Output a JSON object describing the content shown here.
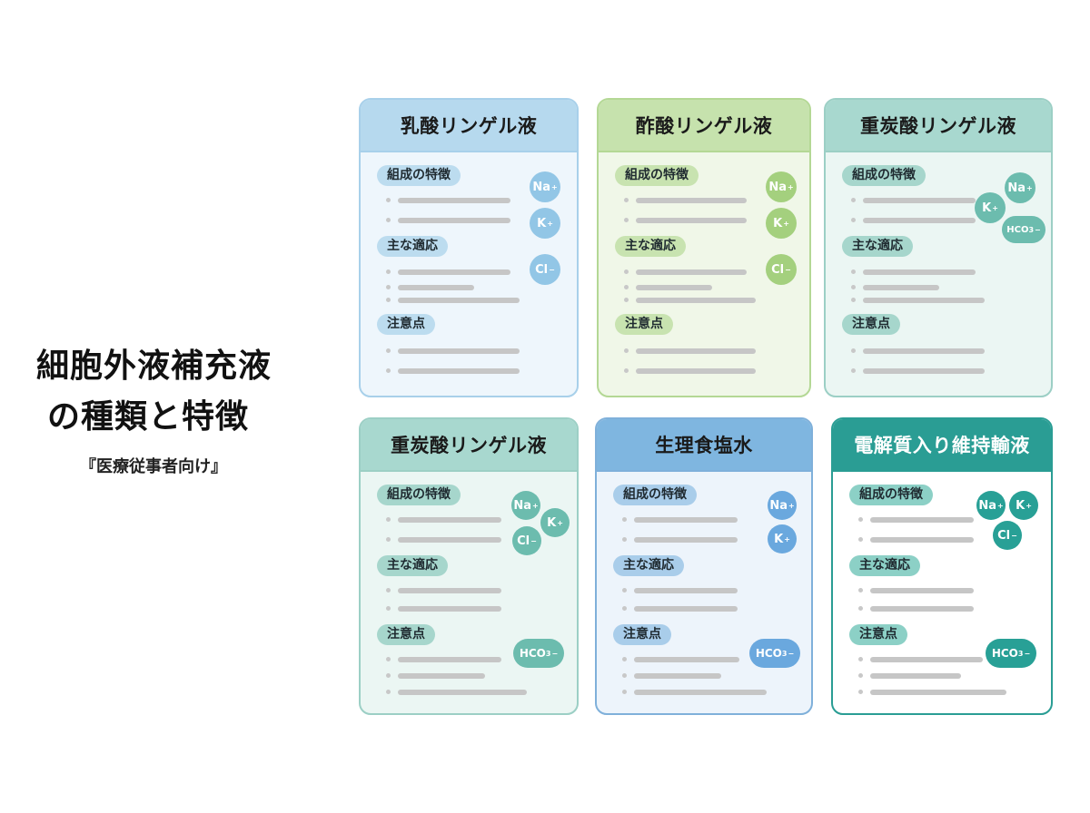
{
  "title": {
    "line1": "細胞外液補充液",
    "line2": "の種類と特徴",
    "subtitle": "『医療従事者向け』"
  },
  "sections": {
    "composition": "組成の特徴",
    "indications": "主な適応",
    "cautions": "注意点"
  },
  "ions": {
    "na": "Na",
    "k": "K",
    "cl": "Cl",
    "hco3_base": "HCO",
    "hco3_sub": "3",
    "plus": "+",
    "minus": "−"
  },
  "cards": [
    {
      "id": "lactated-ringer",
      "title": "乳酸リンゲル液",
      "header_color": "#b6d9ee",
      "border_color": "#a8d0ea",
      "body_color": "#eef6fc",
      "pill_color": "#bcdcef",
      "ion_color": "#92c6e6"
    },
    {
      "id": "acetated-ringer",
      "title": "酢酸リンゲル液",
      "header_color": "#c6e2ad",
      "border_color": "#b4d895",
      "body_color": "#f0f7e8",
      "pill_color": "#c8e3b0",
      "ion_color": "#a4d07e"
    },
    {
      "id": "bicarbonate-ringer-top",
      "title": "重炭酸リンゲル液",
      "header_color": "#a8d8cf",
      "border_color": "#9ccfc5",
      "body_color": "#ebf6f3",
      "pill_color": "#a6d6cc",
      "ion_color": "#6cbcae"
    },
    {
      "id": "bicarbonate-ringer-bottom",
      "title": "重炭酸リンゲル液",
      "header_color": "#a8d8cf",
      "border_color": "#9ccfc5",
      "body_color": "#ebf6f3",
      "pill_color": "#a6d6cc",
      "ion_color": "#6cbcae"
    },
    {
      "id": "normal-saline",
      "title": "生理食塩水",
      "header_color": "#7fb6e0",
      "border_color": "#7fb0da",
      "body_color": "#edf4fb",
      "pill_color": "#a9cdea",
      "ion_color": "#6aa8de"
    },
    {
      "id": "maintenance-electrolyte",
      "title": "電解質入り維持輸液",
      "header_color": "#2a9d94",
      "border_color": "#2a9d94",
      "body_color": "#ffffff",
      "pill_color": "#8cd0c6",
      "ion_color": "#28a096",
      "title_color": "#ffffff"
    }
  ]
}
